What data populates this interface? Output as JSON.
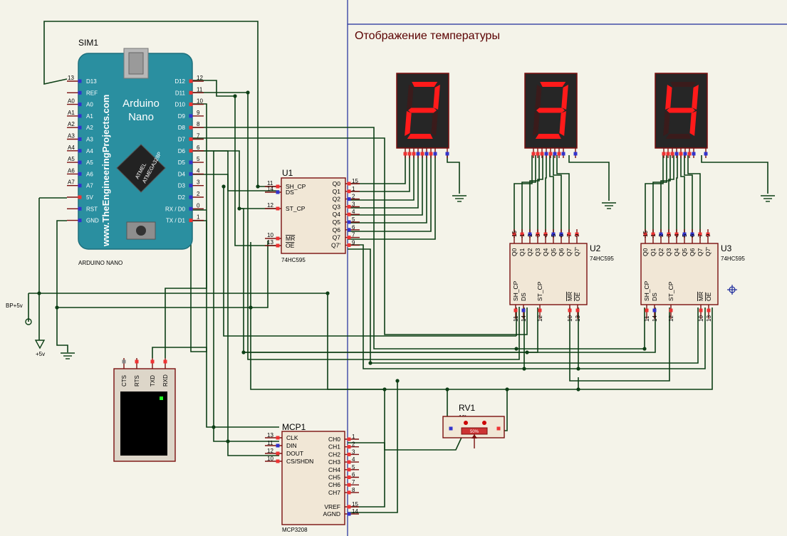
{
  "frame": {
    "title": "Отображение температуры"
  },
  "colors": {
    "wire": "#0d3f16",
    "chip_fill": "#f1e7d6",
    "chip_border": "#7a0f0f",
    "segment_on": "#ff1a1a",
    "arduino_board": "#2a8fa0",
    "pin_red": "#e33",
    "pin_blue": "#33c"
  },
  "arduino": {
    "ref": "SIM1",
    "name_line1": "Arduino",
    "name_line2": "Nano",
    "website": "www.TheEngineeringProjects.com",
    "chip_line1": "ATMEL",
    "chip_line2": "ATMEGA328P",
    "footer": "ARDUINO NANO",
    "left_pins": [
      {
        "num": "13",
        "label": "D13"
      },
      {
        "num": "",
        "label": "REF"
      },
      {
        "num": "A0",
        "label": "A0"
      },
      {
        "num": "A1",
        "label": "A1"
      },
      {
        "num": "A2",
        "label": "A2"
      },
      {
        "num": "A3",
        "label": "A3"
      },
      {
        "num": "A4",
        "label": "A4"
      },
      {
        "num": "A5",
        "label": "A5"
      },
      {
        "num": "A6",
        "label": "A6"
      },
      {
        "num": "A7",
        "label": "A7"
      },
      {
        "num": "",
        "label": "5V"
      },
      {
        "num": "",
        "label": "RST"
      },
      {
        "num": "",
        "label": "GND"
      }
    ],
    "right_pins": [
      {
        "num": "12",
        "label": "D12"
      },
      {
        "num": "11",
        "label": "D11"
      },
      {
        "num": "10",
        "label": "D10"
      },
      {
        "num": "9",
        "label": "D9"
      },
      {
        "num": "8",
        "label": "D8"
      },
      {
        "num": "7",
        "label": "D7"
      },
      {
        "num": "6",
        "label": "D6"
      },
      {
        "num": "5",
        "label": "D5"
      },
      {
        "num": "4",
        "label": "D4"
      },
      {
        "num": "3",
        "label": "D3"
      },
      {
        "num": "2",
        "label": "D2"
      },
      {
        "num": "0",
        "label": "RX / D0"
      },
      {
        "num": "1",
        "label": "TX / D1"
      }
    ]
  },
  "power": {
    "bp": "BP+5v",
    "plus5v": "+5v"
  },
  "terminal": {
    "pins": [
      "CTS",
      "RTS",
      "TXD",
      "RXD"
    ]
  },
  "u1": {
    "ref": "U1",
    "type": "74HC595",
    "left_pins": [
      {
        "num": "11",
        "label": "SH_CP"
      },
      {
        "num": "14",
        "label": "DS"
      },
      {
        "num": "12",
        "label": "ST_CP"
      },
      {
        "num": "10",
        "label": "MR"
      },
      {
        "num": "13",
        "label": "OE"
      }
    ],
    "right_pins": [
      {
        "num": "15",
        "label": "Q0"
      },
      {
        "num": "1",
        "label": "Q1"
      },
      {
        "num": "2",
        "label": "Q2"
      },
      {
        "num": "3",
        "label": "Q3"
      },
      {
        "num": "4",
        "label": "Q4"
      },
      {
        "num": "5",
        "label": "Q5"
      },
      {
        "num": "6",
        "label": "Q6"
      },
      {
        "num": "7",
        "label": "Q7"
      },
      {
        "num": "9",
        "label": "Q7'"
      }
    ]
  },
  "u2": {
    "ref": "U2",
    "type": "74HC595"
  },
  "u3": {
    "ref": "U3",
    "type": "74HC595"
  },
  "u595_top_pins": [
    {
      "num": "15",
      "label": "Q0"
    },
    {
      "num": "1",
      "label": "Q1"
    },
    {
      "num": "2",
      "label": "Q2"
    },
    {
      "num": "3",
      "label": "Q3"
    },
    {
      "num": "4",
      "label": "Q4"
    },
    {
      "num": "5",
      "label": "Q5"
    },
    {
      "num": "6",
      "label": "Q6"
    },
    {
      "num": "7",
      "label": "Q7"
    },
    {
      "num": "9",
      "label": "Q7'"
    }
  ],
  "u595_bottom_pins": [
    {
      "num": "11",
      "label": "SH_CP"
    },
    {
      "num": "14",
      "label": "DS"
    },
    {
      "num": "12",
      "label": "ST_CP"
    },
    {
      "num": "10",
      "label": "MR"
    },
    {
      "num": "13",
      "label": "OE"
    }
  ],
  "digits": [
    {
      "value": 2,
      "segments": "abged"
    },
    {
      "value": 3,
      "segments": "abgcd"
    },
    {
      "value": 4,
      "segments": "fgbc"
    }
  ],
  "mcp": {
    "ref": "MCP1",
    "type": "MCP3208",
    "left_pins": [
      {
        "num": "13",
        "label": "CLK"
      },
      {
        "num": "11",
        "label": "DIN"
      },
      {
        "num": "12",
        "label": "DOUT"
      },
      {
        "num": "10",
        "label": "CS/SHDN"
      }
    ],
    "right_pins": [
      {
        "num": "1",
        "label": "CH0"
      },
      {
        "num": "2",
        "label": "CH1"
      },
      {
        "num": "3",
        "label": "CH2"
      },
      {
        "num": "4",
        "label": "CH3"
      },
      {
        "num": "5",
        "label": "CH4"
      },
      {
        "num": "6",
        "label": "CH5"
      },
      {
        "num": "7",
        "label": "CH6"
      },
      {
        "num": "8",
        "label": "CH7"
      }
    ],
    "ref_pins": [
      {
        "num": "15",
        "label": "VREF"
      },
      {
        "num": "14",
        "label": "AGND"
      }
    ]
  },
  "rv1": {
    "ref": "RV1",
    "value": "10k",
    "position": "50%"
  }
}
